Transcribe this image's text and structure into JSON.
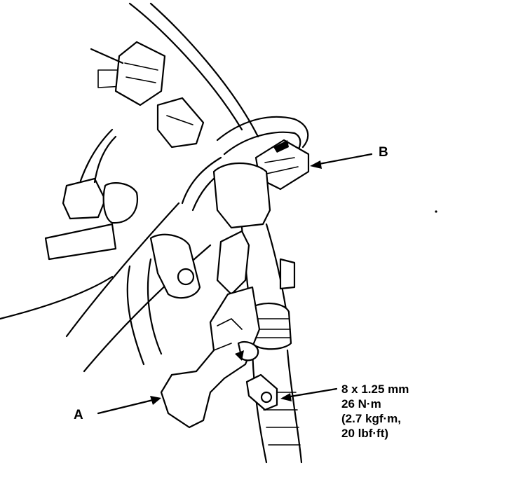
{
  "labels": {
    "a": "A",
    "b": "B"
  },
  "bolt_spec": {
    "size": "8 x 1.25 mm",
    "torque_nm": "26 N·m",
    "torque_kgfm": "(2.7 kgf·m,",
    "torque_lbfft": "20 lbf·ft)"
  }
}
